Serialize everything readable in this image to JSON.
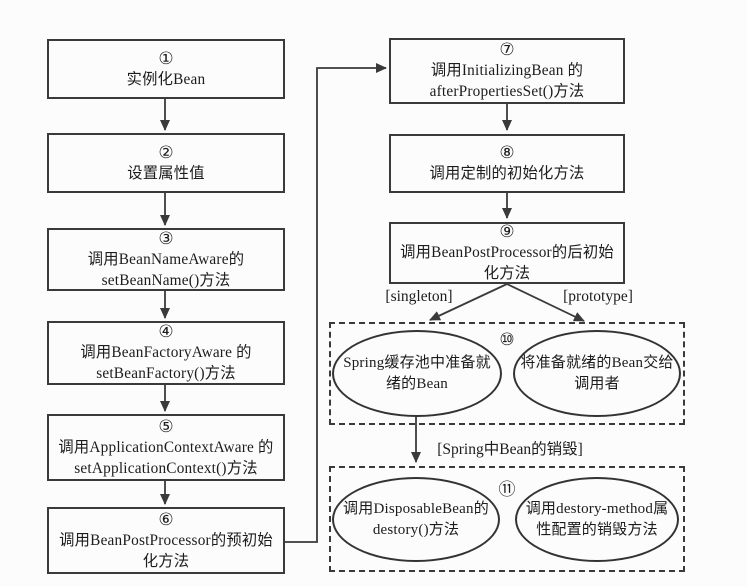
{
  "colors": {
    "line": "#3a3a3a",
    "background": "#fcfcfc",
    "text": "#1c1c1c"
  },
  "steps_left": [
    {
      "num": "①",
      "line1": "实例化Bean",
      "line2": ""
    },
    {
      "num": "②",
      "line1": "设置属性值",
      "line2": ""
    },
    {
      "num": "③",
      "line1": "调用BeanNameAware的",
      "line2": "setBeanName()方法"
    },
    {
      "num": "④",
      "line1": "调用BeanFactoryAware 的",
      "line2": "setBeanFactory()方法"
    },
    {
      "num": "⑤",
      "line1": "调用ApplicationContextAware 的",
      "line2": "setApplicationContext()方法"
    },
    {
      "num": "⑥",
      "line1": "调用BeanPostProcessor的预初始",
      "line2": "化方法"
    }
  ],
  "steps_right": [
    {
      "num": "⑦",
      "line1": "调用InitializingBean 的",
      "line2": "afterPropertiesSet()方法"
    },
    {
      "num": "⑧",
      "line1": "调用定制的初始化方法",
      "line2": ""
    },
    {
      "num": "⑨",
      "line1": "调用BeanPostProcessor的后初始",
      "line2": "化方法"
    }
  ],
  "branch_labels": {
    "singleton": "[singleton]",
    "prototype": "[prototype]"
  },
  "singleton_group": {
    "num": "⑩",
    "cache_ellipse": {
      "line1": "Spring缓存池中准备就",
      "line2": "绪的Bean"
    },
    "caller_ellipse": {
      "line1": "将准备就绪的Bean交给",
      "line2": "调用者"
    }
  },
  "destroy_label": "[Spring中Bean的销毁]",
  "destroy_group": {
    "num": "⑪",
    "disposable_ellipse": {
      "line1": "调用DisposableBean的",
      "line2": "destory()方法"
    },
    "destroy_method_ellipse": {
      "line1": "调用destory-method属",
      "line2": "性配置的销毁方法"
    }
  }
}
